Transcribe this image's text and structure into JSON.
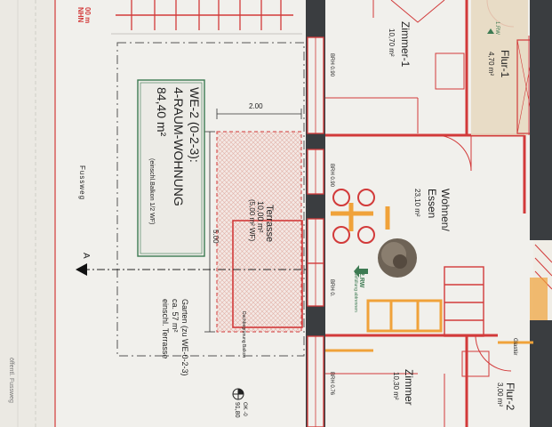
{
  "colors": {
    "paper": "#f1f0ec",
    "wall": "#3a3d40",
    "red": "#d23a3a",
    "orange": "#f0a23a",
    "green_frame": "#3d7a52",
    "tan_floor": "#e6d8bf",
    "ink": "#222222"
  },
  "top_left": {
    "line1": "00 m",
    "line2": "NHN"
  },
  "apartment": {
    "id": "WE-2 (0-2-3):",
    "type": "4-RAUM-WOHNUNG",
    "area": "84,40 m²",
    "note": "(einschl.Balkon 1/2 WF)"
  },
  "path": {
    "label": "Fussweg",
    "public_label": "öffentl. Fussweg"
  },
  "section": {
    "label": "A"
  },
  "dimensions": {
    "width": "2.00",
    "length": "5.00"
  },
  "terrace": {
    "name": "Terrasse",
    "area": "10,00 m²",
    "wf": "(5,00 m² WF)"
  },
  "garden": {
    "line1": "Garten (zu WE-0-2-3)",
    "line2": "ca. 57 m²",
    "line3": "einschl. Terrasse"
  },
  "elevation": {
    "mark": "OK -0",
    "value": "91,80"
  },
  "rooms": {
    "zimmer1": {
      "name": "Zimmer-1",
      "area": "10,70 m²"
    },
    "flur1": {
      "name": "Flur-1",
      "area": "4,70 m²"
    },
    "wohnen": {
      "name": "Wohnen/",
      "name2": "Essen",
      "area": "23,10 m²"
    },
    "zimmer2": {
      "name": "Zimmer",
      "area": "10,30 m²"
    },
    "flur2": {
      "name": "Flur-2",
      "area": "3,00 m²"
    }
  },
  "brh": {
    "a": "BRH 0.90",
    "b": "BRH 0.90",
    "c": "BRH 0.76",
    "d": "BRH 0."
  },
  "rw": {
    "a": "1.RW",
    "b": "2.RW",
    "b_note": "Befüllung abtrennen"
  },
  "glass": {
    "label": "Glastür"
  },
  "terrace_edge": "Dachbegrünung Balkon"
}
